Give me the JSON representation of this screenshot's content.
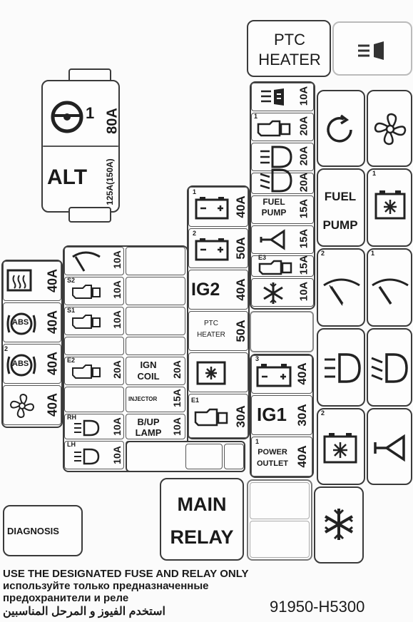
{
  "top": {
    "ptc_heater": "PTC\nHEATER"
  },
  "alt_block": {
    "amp1": "80A",
    "num": "1",
    "label": "ALT",
    "amp2": "125A(150A)"
  },
  "left_col": [
    "40A",
    "40A",
    "40A",
    "40A"
  ],
  "left_labels": [
    "ABS",
    "ABS"
  ],
  "left_sup": "2",
  "middle_block": {
    "fuses": [
      "10A",
      "10A",
      "10A",
      "20A",
      "10A",
      "10A"
    ],
    "sup": [
      "S2",
      "S1",
      "E2",
      "RH",
      "LH"
    ],
    "ign_coil": "IGN COIL",
    "ign_amp": "20A",
    "injector": "INJECTOR",
    "inj_amp": "15A",
    "bup_lamp": "B/UP LAMP",
    "bup_amp": "10A"
  },
  "center_block": {
    "amps": [
      "40A",
      "50A",
      "40A",
      "50A",
      "30A"
    ],
    "sup": [
      "1",
      "2",
      "E1"
    ],
    "ig2": "IG2",
    "ptc_heater": "PTC\nHEATER"
  },
  "right_mid": {
    "amps": [
      "10A",
      "20A",
      "20A",
      "20A",
      "15A",
      "15A",
      "15A",
      "10A"
    ],
    "fuel_pump": "FUEL\nPUMP",
    "sup": [
      "1",
      "E3",
      "3",
      "1"
    ],
    "ig1": "IG1",
    "ig1_amp": "30A",
    "b40": "40A",
    "power_outlet": "POWER\nOUTLET",
    "po_amp": "40A"
  },
  "relays": {
    "fuel_pump": "FUEL\nPUMP",
    "sup": [
      "1",
      "2",
      "1",
      "2"
    ]
  },
  "diagnosis": "DIAGNOSIS",
  "main_relay": "MAIN\nRELAY",
  "footer": {
    "line1": "USE THE DESIGNATED FUSE AND RELAY ONLY",
    "line2": "используйте только предназначенные",
    "line3": "предохранители и реле",
    "line4": "استخدم الفيوز و المرحل المناسبين",
    "part": "91950-H5300"
  }
}
